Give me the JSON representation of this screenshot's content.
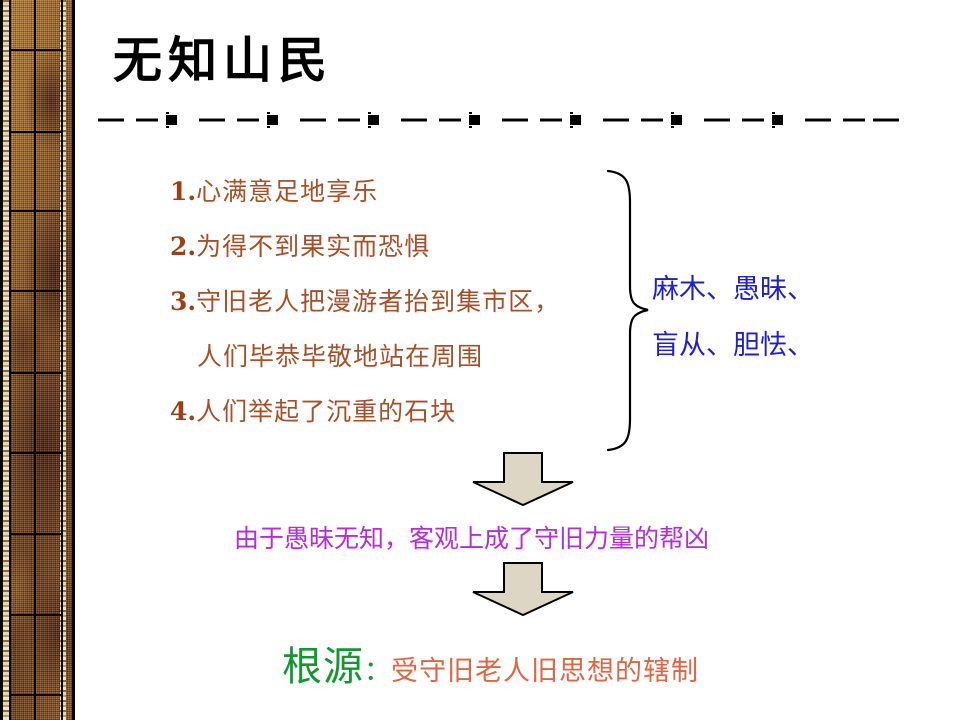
{
  "slide": {
    "title": "无知山民",
    "background_color": "#ffffff"
  },
  "divider": {
    "name": "dash-dot-rule",
    "color": "#000000",
    "style": "dash-dash-square repeating"
  },
  "border": {
    "name": "textured-brown-side-border",
    "colors": [
      "#c08a3e",
      "#7d4b22",
      "#efe6cf",
      "#000000"
    ]
  },
  "list": {
    "color": "#a4512a",
    "items": [
      {
        "num": "1.",
        "text": "心满意足地享乐",
        "cont": ""
      },
      {
        "num": "2.",
        "text": "为得不到果实而恐惧",
        "cont": ""
      },
      {
        "num": "3.",
        "text": "守旧老人把漫游者抬到集市区，",
        "cont": "人们毕恭毕敬地站在周围"
      },
      {
        "num": "4.",
        "text": "人们举起了沉重的石块",
        "cont": ""
      }
    ]
  },
  "brace": {
    "name": "right-curly-brace",
    "color": "#000000"
  },
  "annotation": {
    "color": "#1f1fcc",
    "line1": "麻木、愚昧、",
    "line2": "盲从、胆怯、"
  },
  "arrows": {
    "fill": "#ddd6c4",
    "stroke": "#000000",
    "count": 2
  },
  "conclusion": {
    "color": "#b32ed6",
    "text": "由于愚昧无知，客观上成了守旧力量的帮凶"
  },
  "root_cause": {
    "label": "根源",
    "colon": "：",
    "label_color": "#149633",
    "value": "受守旧老人旧思想的辖制",
    "value_color": "#dd6644"
  }
}
